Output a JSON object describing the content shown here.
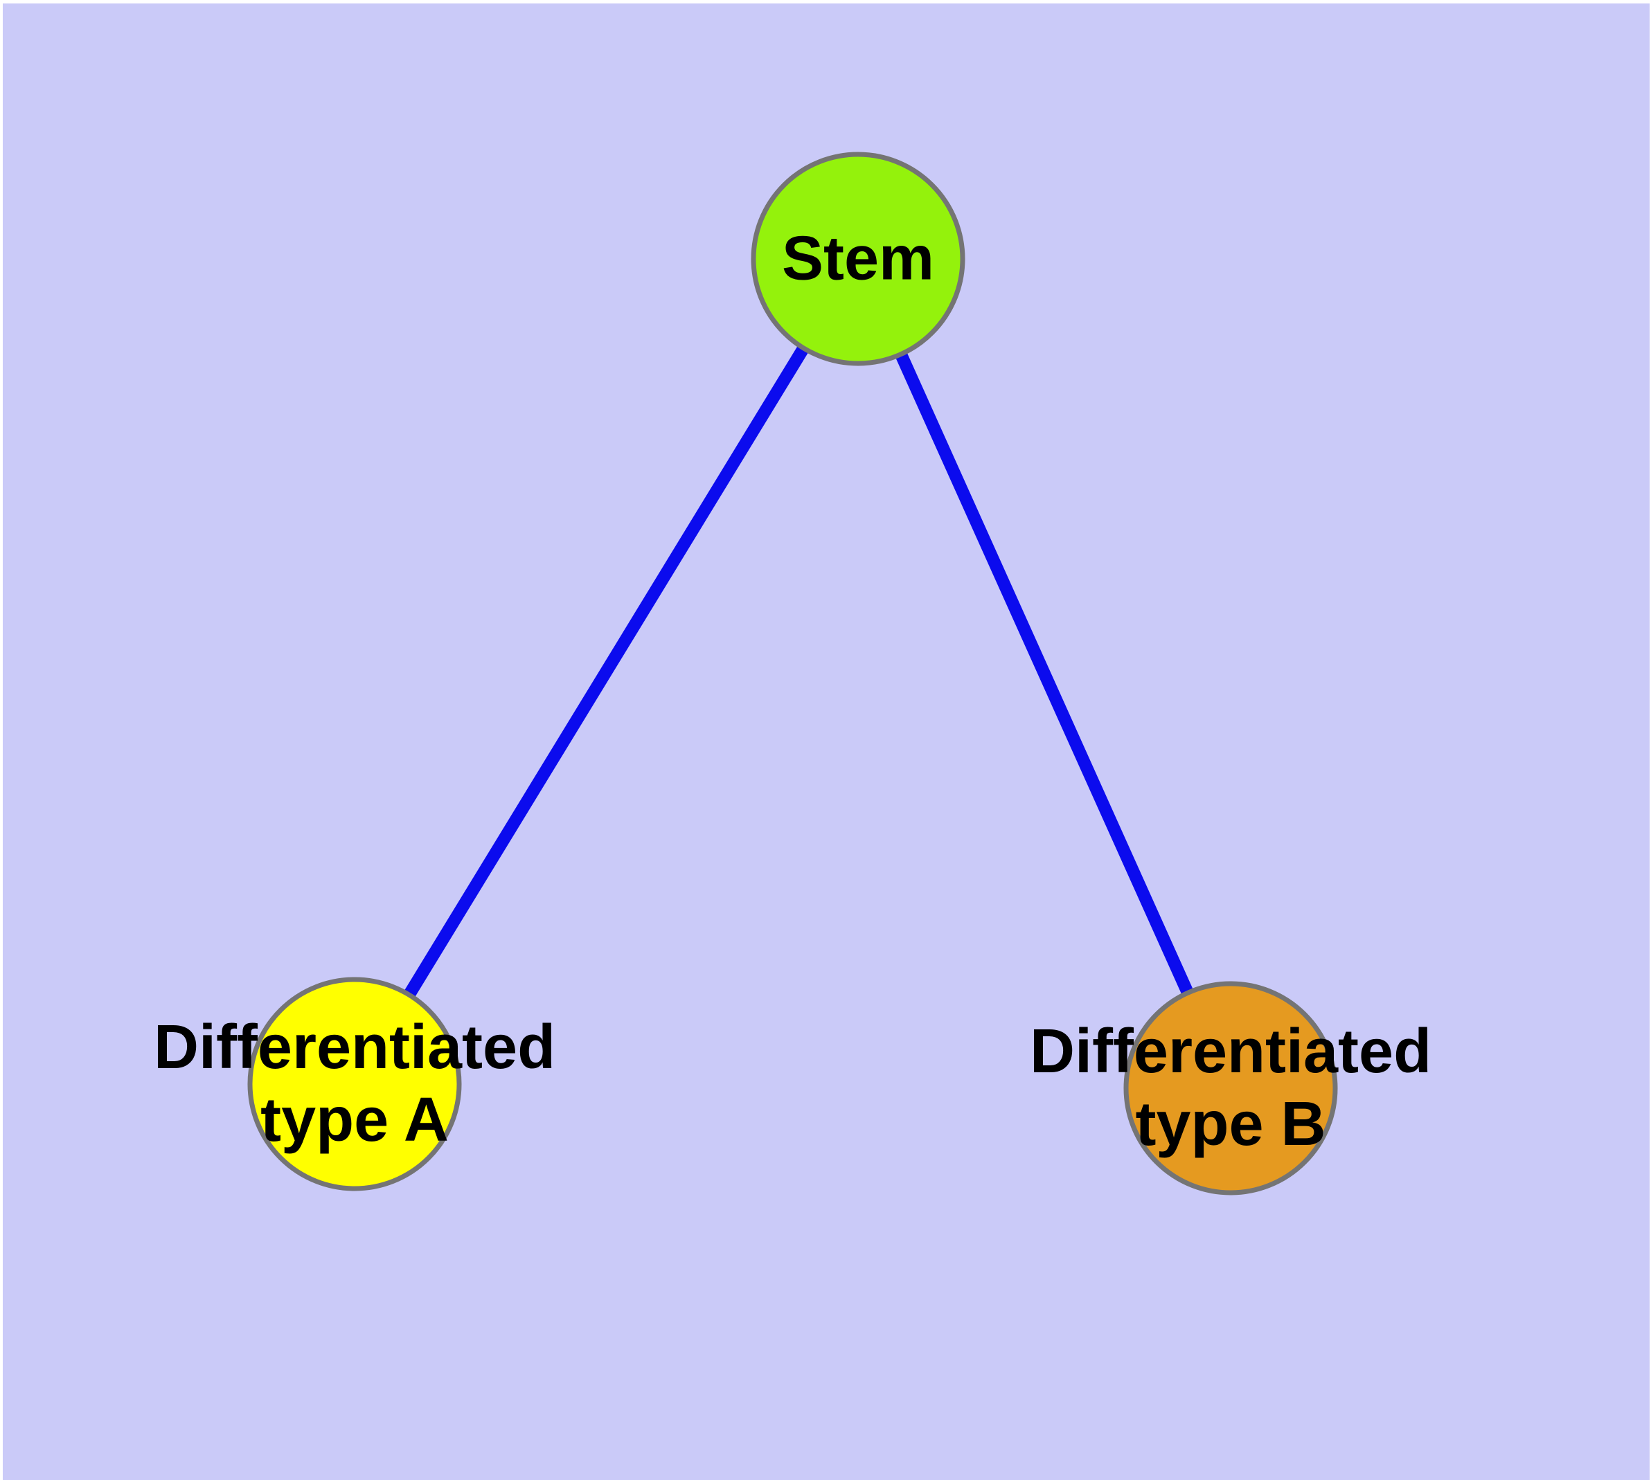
{
  "diagram": {
    "background_color": "#CACAF8",
    "page_margin_color": "#FFFFFF",
    "edge_color": "#0B0BEE",
    "node_border_color": "#747474",
    "label_color": "#000000",
    "nodes": [
      {
        "id": "stem",
        "label": "Stem",
        "color": "#94F20C"
      },
      {
        "id": "differentiated-type-a",
        "label": "Differentiated\ntype A",
        "color": "#FFFF00"
      },
      {
        "id": "differentiated-type-b",
        "label": "Differentiated\ntype B",
        "color": "#E59A20"
      }
    ],
    "edges": [
      {
        "from": "Stem",
        "to": "Differentiated type A"
      },
      {
        "from": "Stem",
        "to": "Differentiated type B"
      }
    ]
  }
}
